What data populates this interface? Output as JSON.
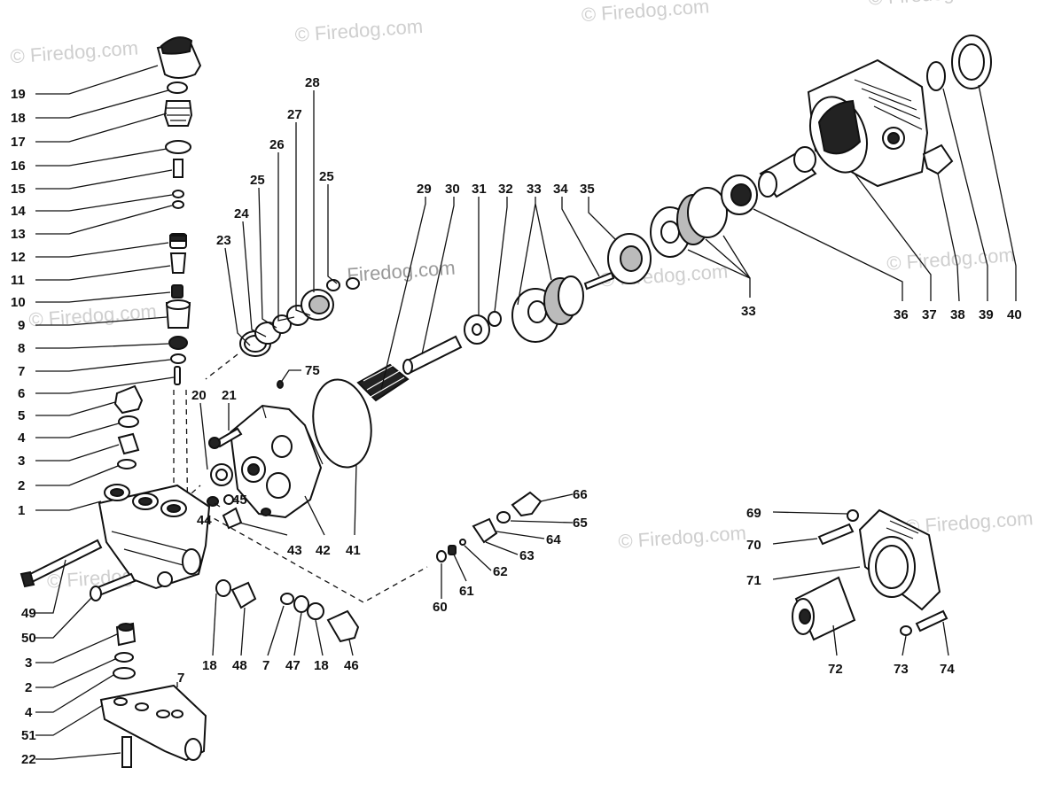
{
  "watermarks": [
    "© Firedog.com",
    "© Firedog.com",
    "© Firedog.com",
    "© Firedog.com",
    "© Firedog.com",
    "© Firedog.com",
    "© Firedog.com",
    "© Firedog.com",
    "© Firedog.com",
    "© Firedog.com"
  ],
  "center_watermark": "Firedog.com",
  "callouts": {
    "c19": "19",
    "c18a": "18",
    "c17": "17",
    "c16": "16",
    "c15": "15",
    "c14": "14",
    "c13": "13",
    "c12": "12",
    "c11": "11",
    "c10": "10",
    "c9": "9",
    "c8": "8",
    "c7a": "7",
    "c6": "6",
    "c5": "5",
    "c4a": "4",
    "c3a": "3",
    "c2a": "2",
    "c1": "1",
    "c49": "49",
    "c50": "50",
    "c3b": "3",
    "c2b": "2",
    "c4b": "4",
    "c51": "51",
    "c22": "22",
    "c7c": "7",
    "c28": "28",
    "c27": "27",
    "c26": "26",
    "c25a": "25",
    "c25b": "25",
    "c24": "24",
    "c23": "23",
    "c20": "20",
    "c21": "21",
    "c75": "75",
    "c45": "45",
    "c44": "44",
    "c43": "43",
    "c42": "42",
    "c41": "41",
    "c18b": "18",
    "c48": "48",
    "c7b": "7",
    "c47": "47",
    "c18c": "18",
    "c46": "46",
    "c29": "29",
    "c30": "30",
    "c31": "31",
    "c32": "32",
    "c33a": "33",
    "c34": "34",
    "c35": "35",
    "c33b": "33",
    "c36": "36",
    "c37": "37",
    "c38": "38",
    "c39": "39",
    "c40": "40",
    "c66": "66",
    "c65": "65",
    "c64": "64",
    "c63": "63",
    "c62": "62",
    "c61": "61",
    "c60": "60",
    "c69": "69",
    "c70": "70",
    "c71": "71",
    "c72": "72",
    "c73": "73",
    "c74": "74"
  }
}
